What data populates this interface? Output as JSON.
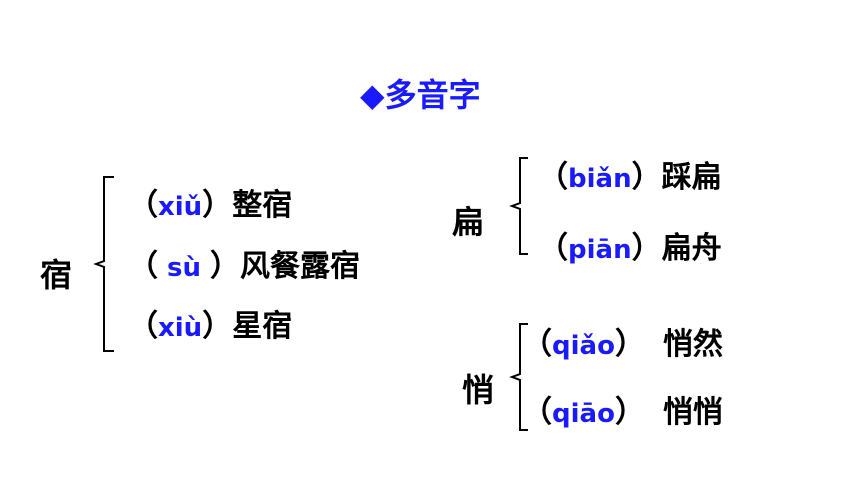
{
  "title": "◆多音字",
  "groups": [
    {
      "head": "宿",
      "items": [
        {
          "pinyin": "xiǔ",
          "word": "整宿"
        },
        {
          "pinyin": "sù",
          "word": "风餐露宿"
        },
        {
          "pinyin": "xiù",
          "word": "星宿"
        }
      ]
    },
    {
      "head": "扁",
      "items": [
        {
          "pinyin": "biǎn",
          "word": "踩扁"
        },
        {
          "pinyin": "piān",
          "word": "扁舟"
        }
      ]
    },
    {
      "head": "悄",
      "items": [
        {
          "pinyin": "qiǎo",
          "word": "悄然"
        },
        {
          "pinyin": "qiāo",
          "word": "悄悄"
        }
      ]
    }
  ],
  "colors": {
    "accent": "#1a1aff",
    "text": "#000000"
  }
}
